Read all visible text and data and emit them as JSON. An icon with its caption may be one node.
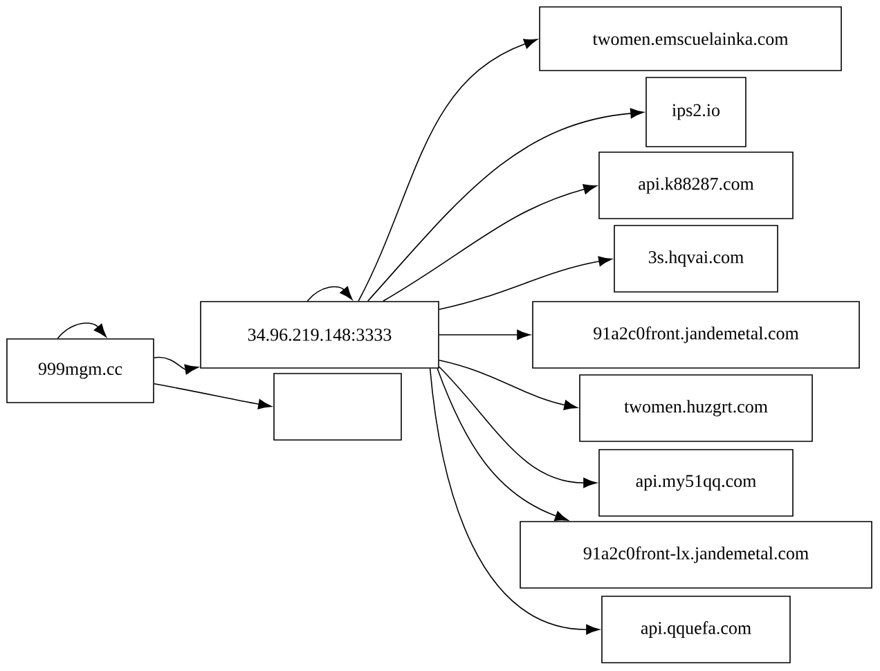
{
  "diagram": {
    "nodes": [
      {
        "text": [
          "999mgm.cc"
        ]
      },
      {
        "text": [
          "34.96.219.148:3333"
        ]
      },
      {
        "text": [],
        "shape": "box"
      },
      {
        "text": [
          "twomen.emscuelainka.com"
        ]
      },
      {
        "text": [
          "ips2.io"
        ]
      },
      {
        "text": [
          "api.k88287.com"
        ]
      },
      {
        "text": [
          "3s.hqvai.com"
        ]
      },
      {
        "text": [
          "91a2c0front.jandemetal.com"
        ]
      },
      {
        "text": [
          "twomen.huzgrt.com"
        ]
      },
      {
        "text": [
          "api.my51qq.com"
        ]
      },
      {
        "text": [
          "91a2c0front-lx.jandemetal.com"
        ]
      },
      {
        "text": [
          "api.qquefa.com"
        ]
      }
    ],
    "edges": [
      {
        "from": 0,
        "to": 0,
        "arrow": "to"
      },
      {
        "from": 0,
        "to": 1,
        "arrow": "to"
      },
      {
        "from": 0,
        "to": 2,
        "arrow": "to"
      },
      {
        "from": 1,
        "to": 1,
        "arrow": "to"
      },
      {
        "from": 1,
        "to": 3,
        "arrow": "to"
      },
      {
        "from": 1,
        "to": 4,
        "arrow": "to"
      },
      {
        "from": 1,
        "to": 5,
        "arrow": "to"
      },
      {
        "from": 1,
        "to": 6,
        "arrow": "to"
      },
      {
        "from": 1,
        "to": 7,
        "arrow": "to"
      },
      {
        "from": 1,
        "to": 8,
        "arrow": "to"
      },
      {
        "from": 1,
        "to": 9,
        "arrow": "to"
      },
      {
        "from": 1,
        "to": 10,
        "arrow": "to"
      },
      {
        "from": 1,
        "to": 11,
        "arrow": "to"
      }
    ]
  }
}
